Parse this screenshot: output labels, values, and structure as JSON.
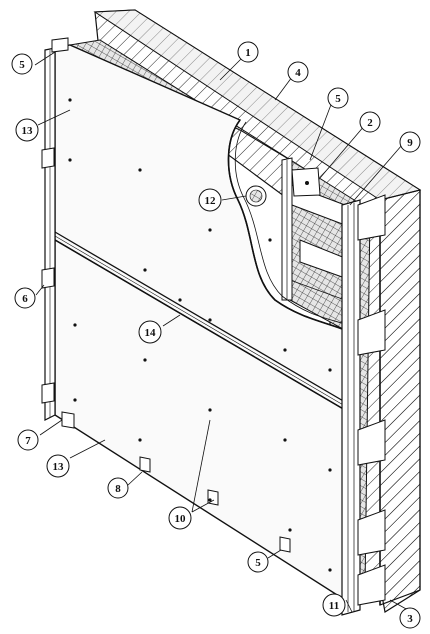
{
  "callouts": [
    {
      "id": "c1",
      "label": "1"
    },
    {
      "id": "c2",
      "label": "2"
    },
    {
      "id": "c3",
      "label": "3"
    },
    {
      "id": "c4",
      "label": "4"
    },
    {
      "id": "c5a",
      "label": "5"
    },
    {
      "id": "c5b",
      "label": "5"
    },
    {
      "id": "c5c",
      "label": "5"
    },
    {
      "id": "c6",
      "label": "6"
    },
    {
      "id": "c7",
      "label": "7"
    },
    {
      "id": "c8",
      "label": "8"
    },
    {
      "id": "c9",
      "label": "9"
    },
    {
      "id": "c10",
      "label": "10"
    },
    {
      "id": "c11",
      "label": "11"
    },
    {
      "id": "c12",
      "label": "12"
    },
    {
      "id": "c13a",
      "label": "13"
    },
    {
      "id": "c13b",
      "label": "13"
    },
    {
      "id": "c14",
      "label": "14"
    }
  ]
}
